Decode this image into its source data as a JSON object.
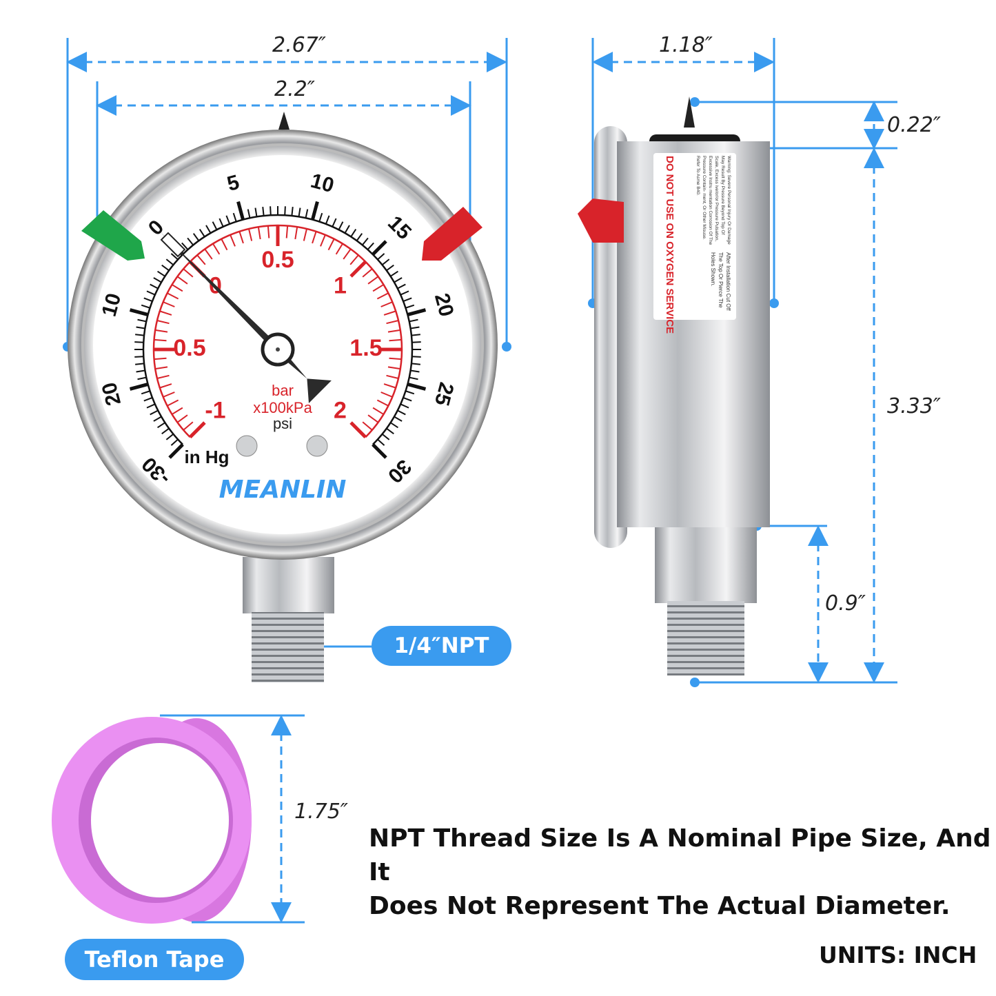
{
  "dimensions": {
    "overall_width": "2.67″",
    "dial_width": "2.2″",
    "depth": "1.18″",
    "top_pin": "0.22″",
    "height": "3.33″",
    "stem": "0.9″",
    "tape": "1.75″"
  },
  "labels": {
    "thread": "1/4″NPT",
    "tape": "Teflon Tape",
    "note_line1": "NPT Thread Size Is A Nominal Pipe Size, And It",
    "note_line2": "Does Not Represent The Actual Diameter.",
    "units": "UNITS: INCH"
  },
  "gauge": {
    "brand": "MEANLIN",
    "unit_bar": "bar",
    "unit_kpa": "x100kPa",
    "unit_psi": "psi",
    "unit_inhg": "in Hg",
    "psi_labels": [
      {
        "t": "0",
        "v": 0
      },
      {
        "t": "5",
        "v": 5
      },
      {
        "t": "10",
        "v": 10
      },
      {
        "t": "15",
        "v": 15
      },
      {
        "t": "20",
        "v": 20
      },
      {
        "t": "25",
        "v": 25
      },
      {
        "t": "30",
        "v": 30
      }
    ],
    "inhg_labels": [
      {
        "t": "10",
        "v": 10
      },
      {
        "t": "20",
        "v": 20
      },
      {
        "t": "-30",
        "v": 30
      }
    ],
    "bar_labels": [
      {
        "t": "-1",
        "v": -1
      },
      {
        "t": "0.5",
        "v": -0.5
      },
      {
        "t": "0",
        "v": 0
      },
      {
        "t": "0.5",
        "v": 0.5
      },
      {
        "t": "1",
        "v": 1
      },
      {
        "t": "1.5",
        "v": 1.5
      },
      {
        "t": "2",
        "v": 2
      }
    ],
    "needle_psi": 0
  },
  "side_label": {
    "warning": "DO NOT USE ON OXYGEN SERVICE",
    "fine_print": "Warning: Severe Personal Injury Or Damage May Result By Pressure Beyond Top Of Scale, Excess ive/or/or Pressure Pulsation, Excessive Instru mentation Corrosion Of The Pressure Contain- ment, Or Other Misuse. Refer To Asme B40.",
    "install": "After Installation Cut Off The Top Or Pierce The Holes Shown."
  },
  "colors": {
    "accent": "#3a9bef",
    "dial_red": "#d8232a",
    "green": "#1fa64a",
    "tape_pink": "#e98ef0"
  }
}
